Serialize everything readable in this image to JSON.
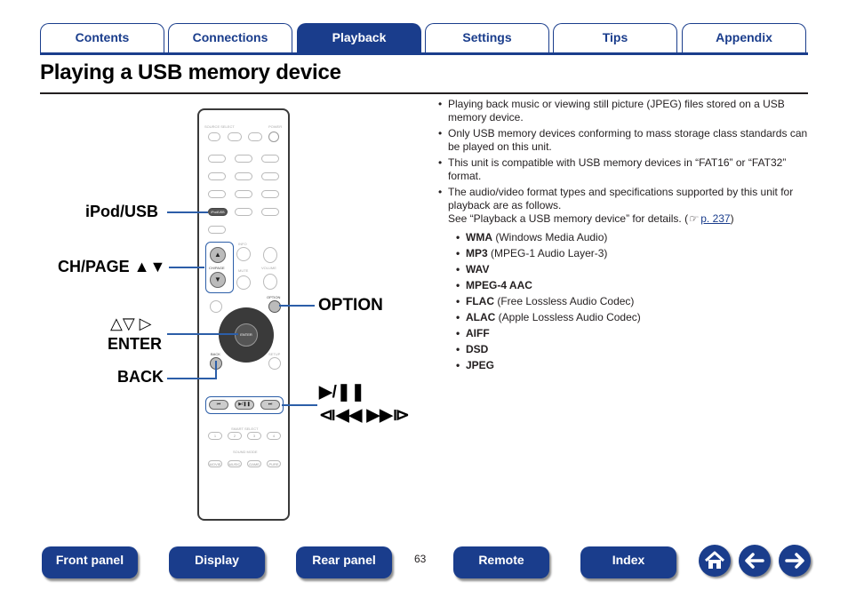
{
  "tabs": [
    {
      "label": "Contents"
    },
    {
      "label": "Connections"
    },
    {
      "label": "Playback"
    },
    {
      "label": "Settings"
    },
    {
      "label": "Tips"
    },
    {
      "label": "Appendix"
    }
  ],
  "title": "Playing a USB memory device",
  "callouts": {
    "ipod_usb": "iPod/USB",
    "ch_page": "CH/PAGE ▲▼",
    "cursor": "△▽ ▷",
    "enter": "ENTER",
    "back": "BACK",
    "option": "OPTION",
    "play_pause": "▶/❚❚",
    "skip": "⧏◀◀ ▶▶⧐"
  },
  "remote": {
    "source_select": "SOURCE SELECT",
    "power": "POWER",
    "ipod_usb": "iPod/USB",
    "ch_page": "CH/PAGE",
    "option": "OPTION",
    "enter": "ENTER",
    "back": "BACK",
    "setup": "SETUP",
    "info": "INFO",
    "mute": "MUTE",
    "volume": "VOLUME",
    "smart_select": "SMART SELECT",
    "sound_mode": "SOUND MODE",
    "smart_numbers": [
      "1",
      "2",
      "3",
      "4"
    ],
    "sound_modes": [
      "MOVIE",
      "MUSIC",
      "GAME",
      "PURE"
    ]
  },
  "bullets": [
    "Playing back music or viewing still picture (JPEG) files stored on a USB memory device.",
    "Only USB memory devices conforming to mass storage class standards can be played on this unit.",
    "This unit is compatible with USB memory devices in “FAT16” or “FAT32” format.",
    "The audio/video format types and specifications supported by this unit for playback are as follows."
  ],
  "see_text": "See “Playback a USB memory device” for details.",
  "see_link": "p. 237",
  "formats": [
    {
      "name": "WMA",
      "desc": "(Windows Media Audio)"
    },
    {
      "name": "MP3",
      "desc": "(MPEG-1 Audio Layer-3)"
    },
    {
      "name": "WAV",
      "desc": ""
    },
    {
      "name": "MPEG-4 AAC",
      "desc": ""
    },
    {
      "name": "FLAC",
      "desc": "(Free Lossless Audio Codec)"
    },
    {
      "name": "ALAC",
      "desc": "(Apple Lossless Audio Codec)"
    },
    {
      "name": "AIFF",
      "desc": ""
    },
    {
      "name": "DSD",
      "desc": ""
    },
    {
      "name": "JPEG",
      "desc": ""
    }
  ],
  "bottom_nav": {
    "front_panel": "Front panel",
    "display": "Display",
    "rear_panel": "Rear panel",
    "remote": "Remote",
    "index": "Index"
  },
  "page_number": "63",
  "icons": [
    "home-icon",
    "back-arrow-icon",
    "forward-arrow-icon"
  ],
  "colors": {
    "brand": "#1a3d8c",
    "callout_line": "#2c5ea8"
  }
}
